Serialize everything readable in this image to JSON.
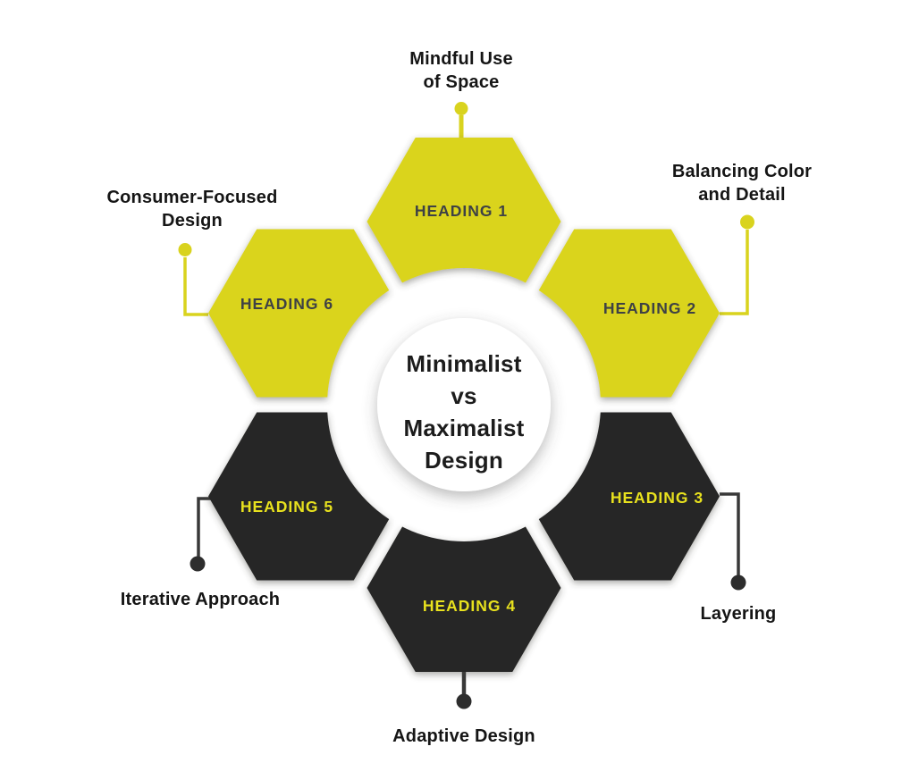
{
  "palette": {
    "background": "#ffffff",
    "yellow": "#dad41e",
    "dark": "#272725",
    "heading_on_yellow": "#3e4145",
    "heading_on_dark": "#e8e11e",
    "dark_line": "#383838",
    "dark_dot": "#2d2d2d",
    "label_text": "#151515",
    "title_text": "#1c1c1c",
    "center_circle": "#ffffff"
  },
  "center": {
    "title_lines": [
      "Minimalist",
      "vs",
      "Maximalist",
      "Design"
    ]
  },
  "items": [
    {
      "heading": "HEADING 1",
      "label_lines": [
        "Mindful Use",
        "of Space"
      ],
      "hex_color": "#dad41e",
      "heading_color": "#3e4145",
      "line_color": "#d9d31e",
      "dot_color": "#d9d31e"
    },
    {
      "heading": "HEADING 2",
      "label_lines": [
        "Balancing Color",
        "and Detail"
      ],
      "hex_color": "#dad41e",
      "heading_color": "#3e4145",
      "line_color": "#d9d31e",
      "dot_color": "#d9d31e"
    },
    {
      "heading": "HEADING 3",
      "label_lines": [
        "Layering"
      ],
      "hex_color": "#272725",
      "heading_color": "#e8e11e",
      "line_color": "#383838",
      "dot_color": "#2d2d2d"
    },
    {
      "heading": "HEADING 4",
      "label_lines": [
        "Adaptive Design"
      ],
      "hex_color": "#272725",
      "heading_color": "#e8e11e",
      "line_color": "#383838",
      "dot_color": "#2d2d2d"
    },
    {
      "heading": "HEADING 5",
      "label_lines": [
        "Iterative Approach"
      ],
      "hex_color": "#272725",
      "heading_color": "#e8e11e",
      "line_color": "#383838",
      "dot_color": "#2d2d2d"
    },
    {
      "heading": "HEADING 6",
      "label_lines": [
        "Consumer-Focused",
        "Design"
      ],
      "hex_color": "#dad41e",
      "heading_color": "#3e4145",
      "line_color": "#d9d31e",
      "dot_color": "#d9d31e"
    }
  ]
}
